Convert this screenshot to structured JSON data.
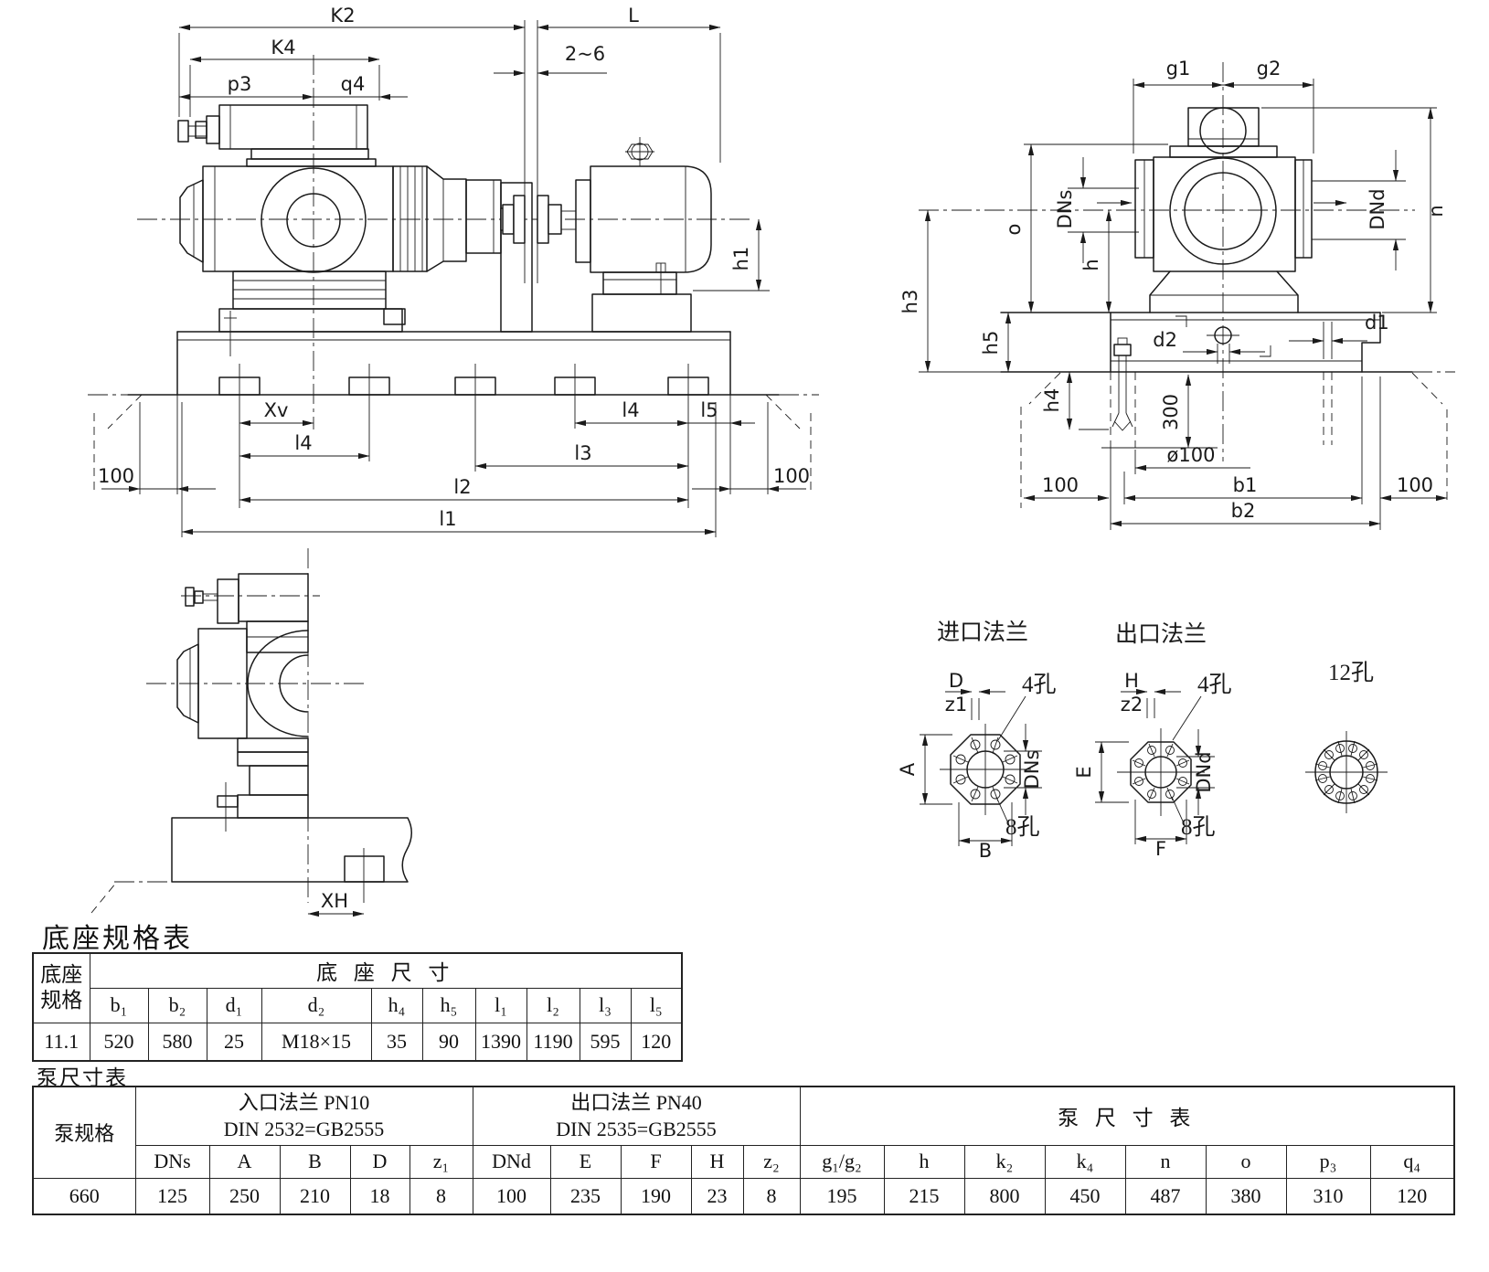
{
  "base_table": {
    "title": "底座规格表",
    "corner": "底座\n规格",
    "group_header": "底 座 尺 寸",
    "headers": [
      "b₁",
      "b₂",
      "d₁",
      "d₂",
      "h₄",
      "h₅",
      "l₁",
      "l₂",
      "l₃",
      "l₅"
    ],
    "row": [
      "11.1",
      "520",
      "580",
      "25",
      "M18×15",
      "35",
      "90",
      "1390",
      "1190",
      "595",
      "120"
    ]
  },
  "pump_table": {
    "title": "泵尺寸表",
    "spec_header": "泵规格",
    "inlet_group_line1": "入口法兰 PN10",
    "inlet_group_line2": "DIN 2532=GB2555",
    "outlet_group_line1": "出口法兰 PN40",
    "outlet_group_line2": "DIN 2535=GB2555",
    "dims_group": "泵 尺 寸 表",
    "headers": [
      "DNs",
      "A",
      "B",
      "D",
      "z₁",
      "DNd",
      "E",
      "F",
      "H",
      "z₂",
      "g₁/g₂",
      "h",
      "k₂",
      "k₄",
      "n",
      "o",
      "p₃",
      "q₄"
    ],
    "row": [
      "660",
      "125",
      "250",
      "210",
      "18",
      "8",
      "100",
      "235",
      "190",
      "23",
      "8",
      "195",
      "215",
      "800",
      "450",
      "487",
      "380",
      "310",
      "120"
    ]
  },
  "side_view": {
    "k2": "K2",
    "k4": "K4",
    "p3": "p3",
    "q4": "q4",
    "gap": "2~6",
    "L": "L",
    "h1": "h1",
    "xv": "Xv",
    "l4_left": "l4",
    "l4_right": "l4",
    "l5": "l5",
    "l3": "l3",
    "l2": "l2",
    "l1": "l1",
    "f100_left": "100",
    "f100_right": "100"
  },
  "section_view": {
    "xh": "XH"
  },
  "end_view": {
    "g1": "g1",
    "g2": "g2",
    "dns": "DNs",
    "dnd": "DNd",
    "n": "n",
    "o": "o",
    "h": "h",
    "h3": "h3",
    "h5": "h5",
    "h4": "h4",
    "d2": "d2",
    "d1": "d1",
    "a300": "300",
    "dia100": "ø100",
    "b1": "b1",
    "b2": "b2",
    "f100_left": "100",
    "f100_right": "100"
  },
  "flanges": {
    "inlet_title": "进口法兰",
    "outlet_title": "出口法兰",
    "d": "D",
    "z1": "z1",
    "holes4_in": "4孔",
    "a": "A",
    "dns": "DNs",
    "b": "B",
    "holes8_in": "8孔",
    "h": "H",
    "z2": "z2",
    "holes4_out": "4孔",
    "e": "E",
    "dnd": "DNd",
    "f": "F",
    "holes8_out": "8孔",
    "holes12": "12孔"
  }
}
